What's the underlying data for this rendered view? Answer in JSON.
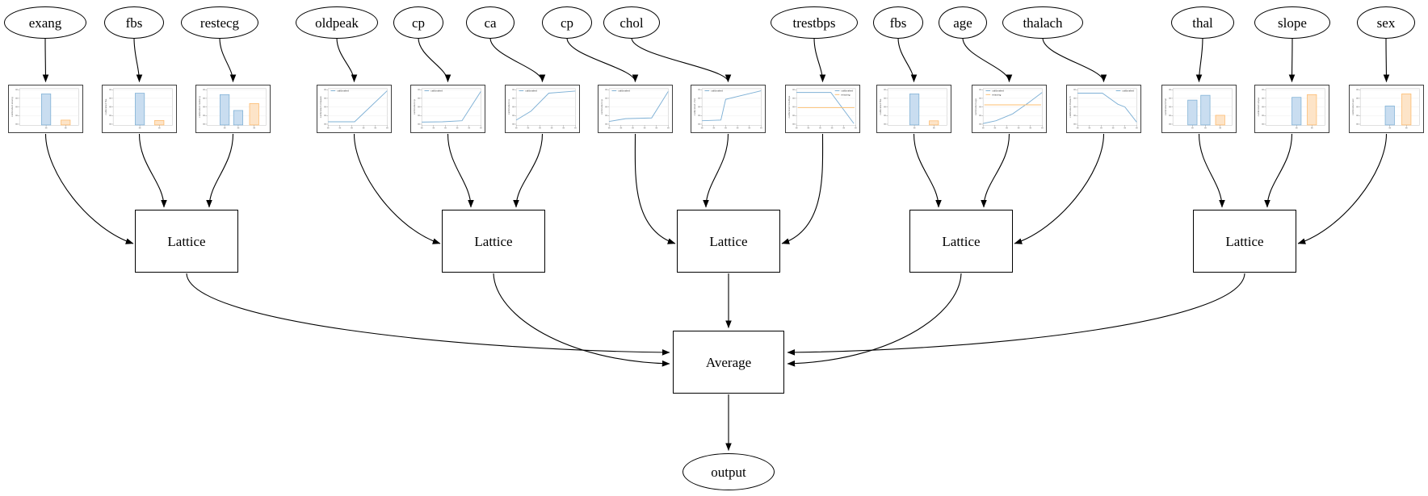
{
  "diagram": {
    "lattice_label": "Lattice",
    "average_label": "Average",
    "output_label": "output",
    "legend_calibrated_label": "calibrated",
    "legend_missing_label": "missing",
    "colors": {
      "bar_blue_fill": "#c9ddf0",
      "bar_blue_edge": "#7eb0d5",
      "bar_orange_fill": "#fde4c8",
      "bar_orange_edge": "#fdb96b",
      "line_blue": "#7eb0d5",
      "line_orange": "#fdbf6f",
      "edge_color": "#000000"
    },
    "lattice_inputs": [
      [
        0,
        1,
        2
      ],
      [
        3,
        4,
        5
      ],
      [
        6,
        7,
        8
      ],
      [
        9,
        10,
        11
      ],
      [
        12,
        13,
        14
      ]
    ],
    "features": [
      {
        "label": "exang",
        "chart": {
          "type": "bar",
          "ylabel": "calibrated exang",
          "bars": [
            {
              "x": 0.45,
              "v": 0.9,
              "c": "blue"
            },
            {
              "x": 0.78,
              "v": 0.14,
              "c": "orange"
            }
          ]
        }
      },
      {
        "label": "fbs",
        "chart": {
          "type": "bar",
          "ylabel": "calibrated fbs",
          "bars": [
            {
              "x": 0.45,
              "v": 0.92,
              "c": "blue"
            },
            {
              "x": 0.78,
              "v": 0.13,
              "c": "orange"
            }
          ]
        }
      },
      {
        "label": "restecg",
        "chart": {
          "type": "bar",
          "ylabel": "calibrated restecg",
          "bars": [
            {
              "x": 0.3,
              "v": 0.88,
              "c": "blue"
            },
            {
              "x": 0.53,
              "v": 0.42,
              "c": "blue"
            },
            {
              "x": 0.8,
              "v": 0.62,
              "c": "orange"
            }
          ]
        }
      },
      {
        "label": "oldpeak",
        "chart": {
          "type": "line",
          "ylabel": "calibrated oldpeak",
          "legend_pos": "tl",
          "series": [
            {
              "name": "calibrated",
              "c": "blue",
              "pts": [
                [
                  0,
                  0.07
                ],
                [
                  0.45,
                  0.07
                ],
                [
                  1,
                  0.97
                ]
              ]
            }
          ]
        }
      },
      {
        "label": "cp",
        "chart": {
          "type": "line",
          "ylabel": "calibrated cp",
          "legend_pos": "tl",
          "series": [
            {
              "name": "calibrated",
              "c": "blue",
              "pts": [
                [
                  0,
                  0.06
                ],
                [
                  0.35,
                  0.07
                ],
                [
                  0.68,
                  0.1
                ],
                [
                  1,
                  0.95
                ]
              ]
            }
          ]
        }
      },
      {
        "label": "ca",
        "chart": {
          "type": "line",
          "ylabel": "calibrated ca",
          "legend_pos": "tl",
          "series": [
            {
              "name": "calibrated",
              "c": "blue",
              "pts": [
                [
                  0,
                  0.12
                ],
                [
                  0.25,
                  0.38
                ],
                [
                  0.55,
                  0.9
                ],
                [
                  1,
                  0.96
                ]
              ]
            }
          ]
        }
      },
      {
        "label": "cp",
        "chart": {
          "type": "line",
          "ylabel": "calibrated cp",
          "legend_pos": "tl",
          "series": [
            {
              "name": "calibrated",
              "c": "blue",
              "pts": [
                [
                  0,
                  0.08
                ],
                [
                  0.28,
                  0.16
                ],
                [
                  0.72,
                  0.18
                ],
                [
                  1,
                  0.95
                ]
              ]
            }
          ]
        }
      },
      {
        "label": "chol",
        "chart": {
          "type": "line",
          "ylabel": "calibrated chol",
          "legend_pos": "tl",
          "series": [
            {
              "name": "calibrated",
              "c": "blue",
              "pts": [
                [
                  0,
                  0.1
                ],
                [
                  0.32,
                  0.12
                ],
                [
                  0.4,
                  0.72
                ],
                [
                  1,
                  0.97
                ]
              ]
            }
          ]
        }
      },
      {
        "label": "trestbps",
        "chart": {
          "type": "line",
          "ylabel": "calibrated trestbps",
          "legend_pos": "tr",
          "series": [
            {
              "name": "calibrated",
              "c": "blue",
              "pts": [
                [
                  0,
                  0.92
                ],
                [
                  0.58,
                  0.92
                ],
                [
                  0.97,
                  0.02
                ]
              ]
            },
            {
              "name": "missing",
              "c": "orange",
              "pts": [
                [
                  0.02,
                  0.48
                ],
                [
                  0.98,
                  0.48
                ]
              ]
            }
          ]
        }
      },
      {
        "label": "fbs",
        "chart": {
          "type": "bar",
          "ylabel": "calibrated fbs",
          "bars": [
            {
              "x": 0.45,
              "v": 0.9,
              "c": "blue"
            },
            {
              "x": 0.78,
              "v": 0.12,
              "c": "orange"
            }
          ]
        }
      },
      {
        "label": "age",
        "chart": {
          "type": "line",
          "ylabel": "calibrated age",
          "legend_pos": "tl",
          "series": [
            {
              "name": "calibrated",
              "c": "blue",
              "pts": [
                [
                  0,
                  0.02
                ],
                [
                  0.22,
                  0.1
                ],
                [
                  0.5,
                  0.3
                ],
                [
                  0.75,
                  0.6
                ],
                [
                  1,
                  0.92
                ]
              ]
            },
            {
              "name": "missing",
              "c": "orange",
              "pts": [
                [
                  0.02,
                  0.56
                ],
                [
                  0.98,
                  0.56
                ]
              ]
            }
          ]
        }
      },
      {
        "label": "thalach",
        "chart": {
          "type": "line",
          "ylabel": "calibrated thalach",
          "legend_pos": "tr",
          "series": [
            {
              "name": "calibrated",
              "c": "blue",
              "pts": [
                [
                  0,
                  0.9
                ],
                [
                  0.42,
                  0.9
                ],
                [
                  0.68,
                  0.58
                ],
                [
                  0.8,
                  0.5
                ],
                [
                  1,
                  0.06
                ]
              ]
            }
          ]
        }
      },
      {
        "label": "thal",
        "chart": {
          "type": "bar",
          "ylabel": "calibrated thal",
          "bars": [
            {
              "x": 0.33,
              "v": 0.72,
              "c": "blue"
            },
            {
              "x": 0.55,
              "v": 0.86,
              "c": "blue"
            },
            {
              "x": 0.8,
              "v": 0.28,
              "c": "orange"
            }
          ]
        }
      },
      {
        "label": "slope",
        "chart": {
          "type": "bar",
          "ylabel": "calibrated slope",
          "bars": [
            {
              "x": 0.52,
              "v": 0.8,
              "c": "blue"
            },
            {
              "x": 0.78,
              "v": 0.88,
              "c": "orange"
            }
          ]
        }
      },
      {
        "label": "sex",
        "chart": {
          "type": "bar",
          "ylabel": "calibrated sex",
          "bars": [
            {
              "x": 0.5,
              "v": 0.55,
              "c": "blue"
            },
            {
              "x": 0.78,
              "v": 0.9,
              "c": "orange"
            }
          ]
        }
      }
    ]
  }
}
